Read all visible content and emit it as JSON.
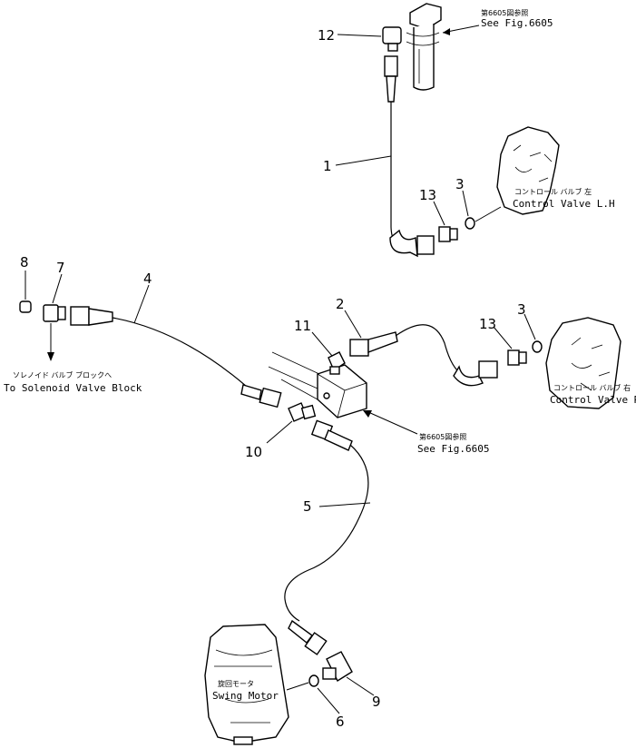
{
  "callouts": [
    {
      "id": "1",
      "text": "1"
    },
    {
      "id": "2",
      "text": "2"
    },
    {
      "id": "3a",
      "text": "3"
    },
    {
      "id": "3b",
      "text": "3"
    },
    {
      "id": "4",
      "text": "4"
    },
    {
      "id": "5",
      "text": "5"
    },
    {
      "id": "6",
      "text": "6"
    },
    {
      "id": "7",
      "text": "7"
    },
    {
      "id": "8",
      "text": "8"
    },
    {
      "id": "9",
      "text": "9"
    },
    {
      "id": "10",
      "text": "10"
    },
    {
      "id": "11",
      "text": "11"
    },
    {
      "id": "12",
      "text": "12"
    },
    {
      "id": "13a",
      "text": "13"
    },
    {
      "id": "13b",
      "text": "13"
    }
  ],
  "labels": {
    "fig_ref_top_jp": "第6605図参照",
    "fig_ref_top_en": "See Fig.6605",
    "control_valve_lh_jp": "コントロール バルブ 左",
    "control_valve_lh_en": "Control Valve L.H",
    "control_valve_rh_jp": "コントロール バルブ 右",
    "control_valve_rh_en": "Control Valve R.H",
    "solenoid_jp": "ソレノイド バルブ ブロックへ",
    "solenoid_en": "To Solenoid Valve Block",
    "fig_ref_mid_jp": "第6605図参照",
    "fig_ref_mid_en": "See Fig.6605",
    "swing_motor_jp": "旋回モータ",
    "swing_motor_en": "Swing Motor"
  }
}
